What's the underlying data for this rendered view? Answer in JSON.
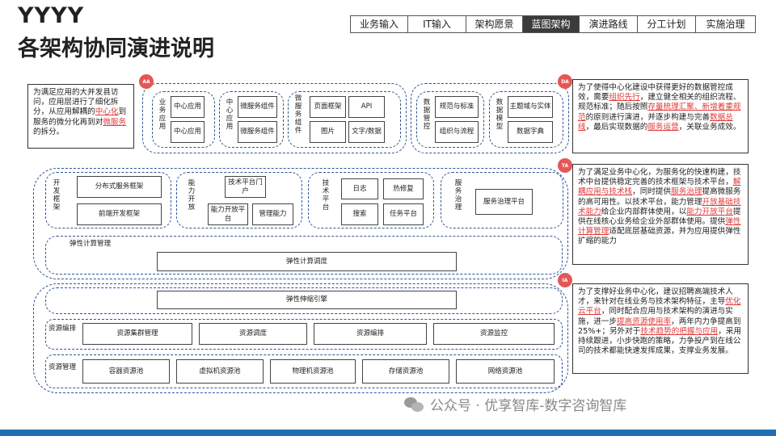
{
  "title": {
    "line1": "YYYY",
    "line2": "各架构协同演进说明"
  },
  "nav_tabs": [
    {
      "label": "业务输入",
      "active": false
    },
    {
      "label": "IT输入",
      "active": false
    },
    {
      "label": "架构愿景",
      "active": false
    },
    {
      "label": "蓝图架构",
      "active": true
    },
    {
      "label": "演进路线",
      "active": false
    },
    {
      "label": "分工计划",
      "active": false
    },
    {
      "label": "实施治理",
      "active": false
    }
  ],
  "badges": {
    "aa": "AA",
    "da": "DA",
    "ta": "TA",
    "ia": "IA"
  },
  "aa": {
    "note": [
      "为满足应用的大并发县访问，应用层进行了细化拆分，从应用解耦的",
      "中心化",
      "到服务的微分化再到对",
      "微服务",
      "的拆分。"
    ],
    "biz_app": {
      "label": "业务应用",
      "items": [
        "中心应用",
        "中心应用"
      ]
    },
    "center_app": {
      "label": "中心应用",
      "items": [
        "微服务组件",
        "微服务组件"
      ]
    },
    "micro": {
      "label": "微服务组件",
      "items": [
        "页面框架",
        "API",
        "图片",
        "文字/数据"
      ]
    }
  },
  "da": {
    "gov": {
      "label": "数据管控",
      "items": [
        "规范与标准",
        "组织与流程"
      ]
    },
    "model": {
      "label": "数据模型",
      "items": [
        "主题域与实体",
        "数据字典"
      ]
    },
    "note": [
      "为了使得中心化建设中获得更好的数据管控成效，需要",
      "组织先行",
      "，建立健全相关的组织流程、规范标准；随后按照",
      "存量梳理汇聚、新增着重规范",
      "的原则进行演进，并逐步构建与完善",
      "数据总线",
      "，最后实现数据的",
      "服务运营",
      "，关联业务成效。"
    ]
  },
  "ta": {
    "dev": {
      "label": "开发框架",
      "items": [
        "分布式服务框架",
        "前端开发框架"
      ]
    },
    "cap": {
      "label": "能力开放",
      "items": [
        "技术平台门户",
        "能力开放平台",
        "管理能力"
      ]
    },
    "tech": {
      "label": "技术平台",
      "items": [
        "日志",
        "热修复",
        "搜索",
        "任务平台"
      ]
    },
    "svc": {
      "label": "服务治理",
      "items": [
        "服务治理平台"
      ]
    },
    "note": [
      "为了满足业务中心化，为服务化的快速构建，技术中台提供稳定完善的技术框架与技术平台，",
      "解耦应用与技术栈",
      "，同时提供",
      "服务治理",
      "提高微服务的高可用性。以技术平台，能力管理",
      "开放基础技术能力",
      "给企业内部群体使用，以",
      "能力开放平台",
      "提供在线核心业务给企业外部群体使用。提供",
      "弹性计算管理",
      "适配底层基础资源，并为应用提供弹性扩缩的能力"
    ]
  },
  "ia": {
    "elastic": {
      "label": "弹性计算管理",
      "items": [
        "弹性计算调度"
      ]
    },
    "scaling": "弹性伸缩引擎",
    "sched": {
      "label": "资源编排",
      "items": [
        "资源集群管理",
        "资源调度",
        "资源编排",
        "资源监控"
      ]
    },
    "pool": {
      "label": "资源管理",
      "items": [
        "容器资源池",
        "虚拟机资源池",
        "物理机资源池",
        "存储资源池",
        "网络资源池"
      ]
    },
    "note": [
      "为了支撑好业务中心化，建议招聘高端技术人才，来针对在线业务与技术架构特征，主导",
      "优化云平台",
      "，同时配合应用与技术架构的演进与实施，进一步",
      "提高资源使用率",
      "，两年内力争提高到25%+；另外对于",
      "技术趋势的把握与应用",
      "，采用持续跟进，小步快跑的策略，力争投产到在线公司的技术都能快速发挥成果，支撑业务发展。"
    ]
  },
  "watermark": "公众号 · 优享智库-数字咨询智库",
  "colors": {
    "dash": "#2f5597",
    "badge": "#e45757",
    "accent_red": "#e03b3b",
    "active_tab": "#3b3b3b",
    "footer": "#1f6fb2"
  }
}
